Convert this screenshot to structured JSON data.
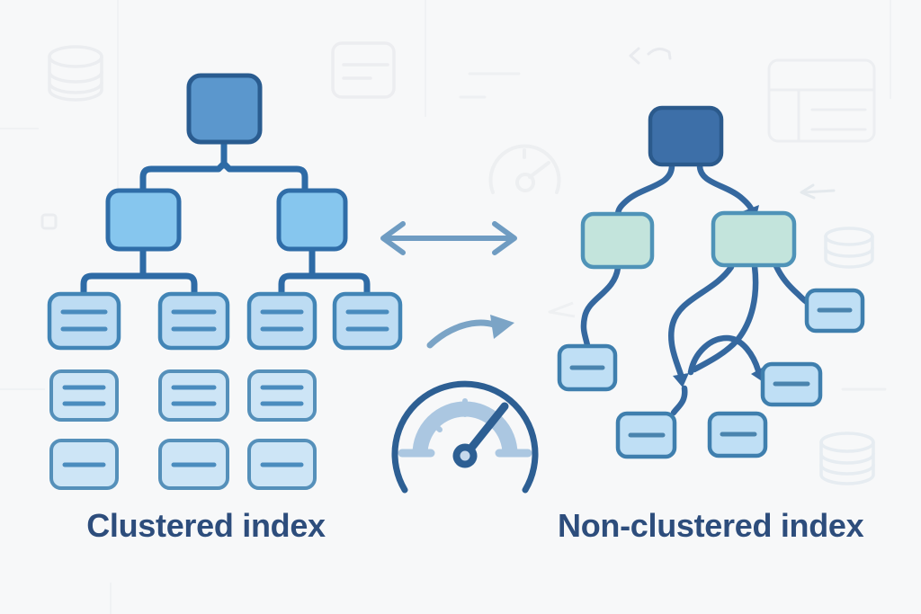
{
  "diagrams": {
    "clustered": {
      "label": "Clustered index",
      "structure": {
        "root_nodes": 1,
        "internal_nodes": 2,
        "leaf_pages": 4,
        "leaf_lines_per_page": 2,
        "data_rows": [
          {
            "boxes": 3,
            "lines_per_box": 2
          },
          {
            "boxes": 3,
            "lines_per_box": 1
          }
        ]
      }
    },
    "nonclustered": {
      "label": "Non-clustered index",
      "structure": {
        "root_nodes": 1,
        "index_nodes": 2,
        "scattered_data_boxes": 5,
        "lines_per_box": 1
      }
    }
  },
  "middle": {
    "icons": [
      "bidirectional-arrow-icon",
      "curved-arrow-icon",
      "speedometer-icon"
    ]
  },
  "background_ghost_icons": [
    "database-cylinder-icon",
    "document-icon",
    "code-brackets-icon",
    "browser-window-icon",
    "speedometer-ghost-icon",
    "chevron-left-icon",
    "left-arrow-icon",
    "database-cylinder-icon",
    "database-cylinder-icon",
    "small-square-icon"
  ],
  "colors": {
    "background": "#f7f8f9",
    "label_text": "#2d4d7c",
    "left_root_fill": "#5b97cd",
    "left_internal_fill": "#86c6ee",
    "left_leaf_fill": "#bddcf3",
    "left_data_row_fill": "#cde5f6",
    "right_root_fill": "#3d6fa8",
    "right_index_fill": "#c3e4dc",
    "right_data_fill": "#bfdff5",
    "connector": "#2e6ba6",
    "mid_arrow": "#6f9cc2",
    "speedometer_dark": "#2d5f93",
    "speedometer_band": "#abc7e1",
    "ghost": "#ebedf0"
  }
}
